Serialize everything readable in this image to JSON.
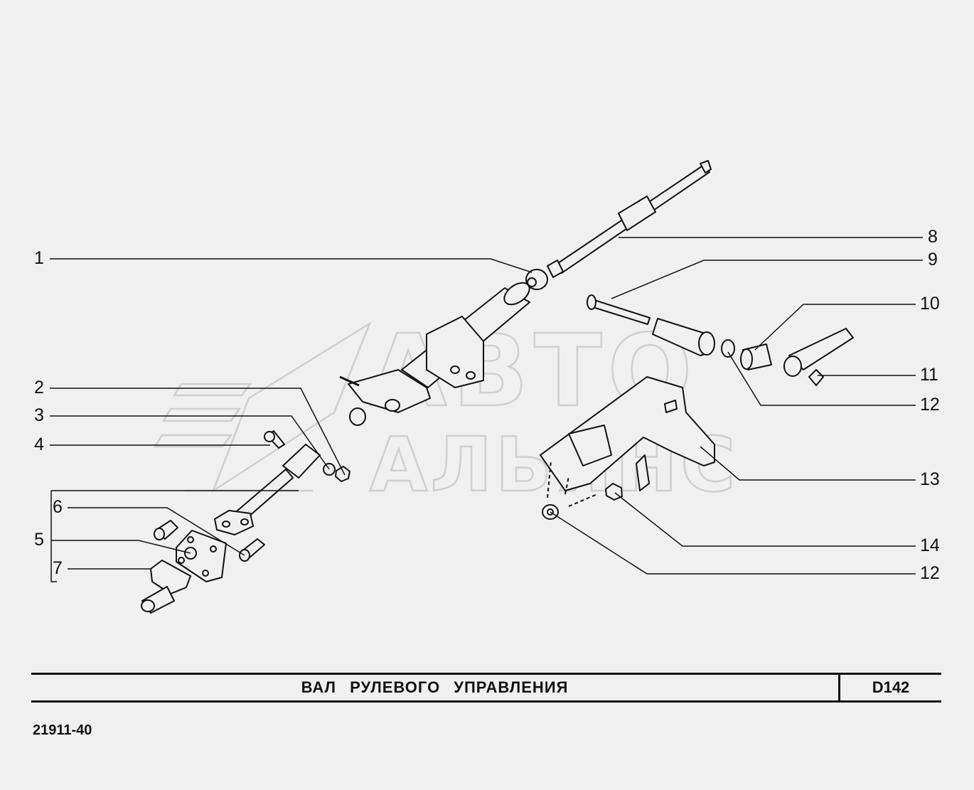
{
  "title": "ВАЛ РУЛЕВОГО УПРАВЛЕНИЯ",
  "code": "D142",
  "model": "21911-40",
  "watermark": {
    "line1": "АВТО",
    "line2": "АЛЬЯНС"
  },
  "callouts": {
    "c1": "1",
    "c2": "2",
    "c3": "3",
    "c4": "4",
    "c5": "5",
    "c6": "6",
    "c7": "7",
    "c8": "8",
    "c9": "9",
    "c10": "10",
    "c11": "11",
    "c12a": "12",
    "c13": "13",
    "c14": "14",
    "c12b": "12"
  },
  "colors": {
    "line": "#111111",
    "background": "#f0f0f0",
    "watermark": "#cfcfcf"
  }
}
